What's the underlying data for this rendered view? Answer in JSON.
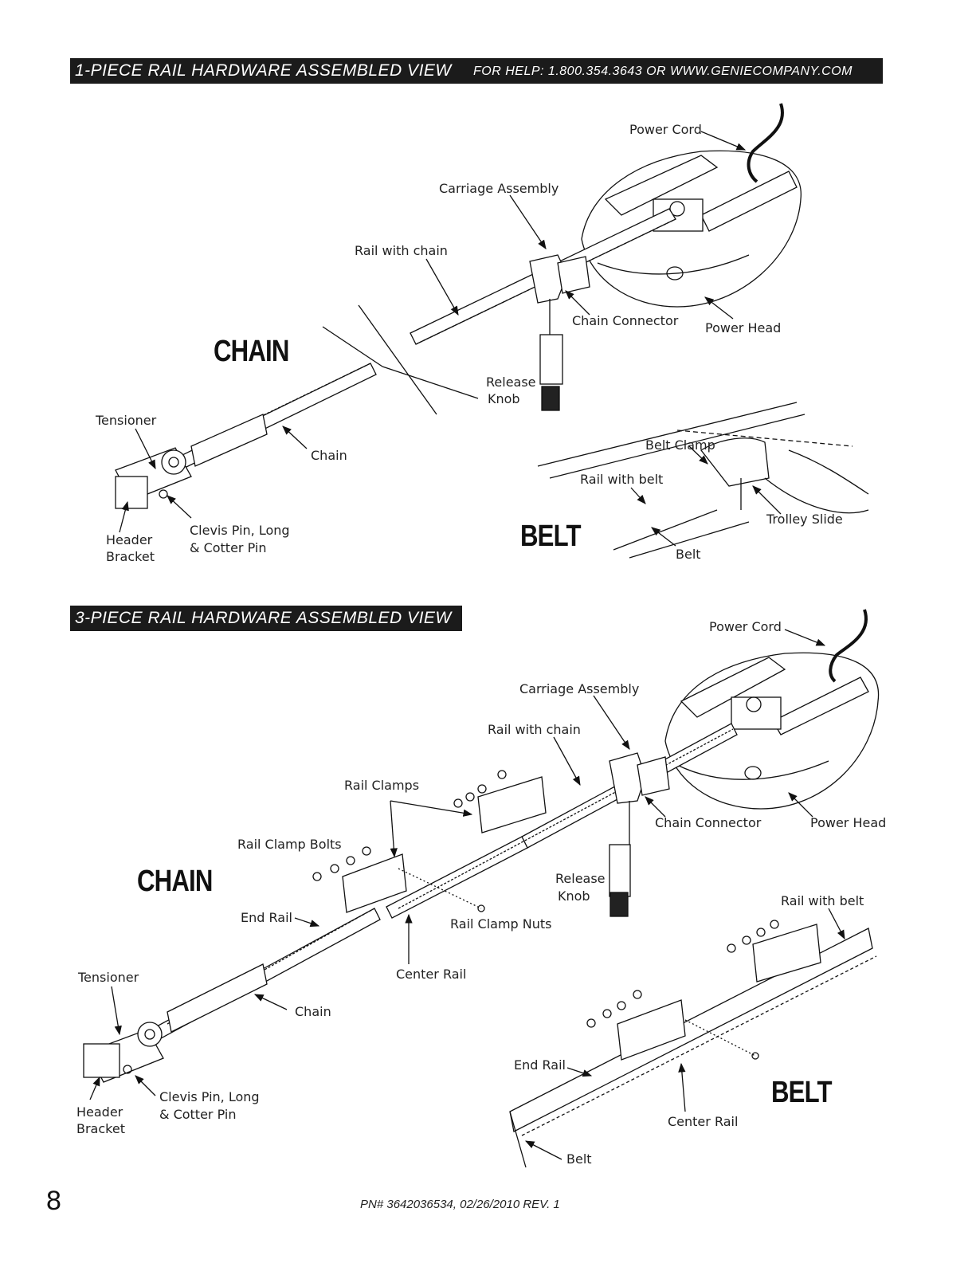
{
  "header": {
    "title_1piece": "1-PIECE RAIL HARDWARE ASSEMBLED VIEW",
    "help": "FOR HELP: 1.800.354.3643 OR WWW.GENIECOMPANY.COM",
    "title_3piece": "3-PIECE RAIL HARDWARE ASSEMBLED VIEW"
  },
  "one_piece": {
    "chain_heading": "CHAIN",
    "belt_heading": "BELT",
    "labels": {
      "power_cord": "Power Cord",
      "carriage_assembly": "Carriage Assembly",
      "rail_with_chain": "Rail with chain",
      "chain_connector": "Chain Connector",
      "power_head": "Power Head",
      "release": "Release",
      "knob": "Knob",
      "tensioner": "Tensioner",
      "chain": "Chain",
      "clevis_1": "Clevis Pin, Long",
      "clevis_2": "& Cotter Pin",
      "header": "Header",
      "bracket": "Bracket",
      "belt_clamp": "Belt Clamp",
      "rail_with_belt": "Rail with belt",
      "trolley_slide": "Trolley Slide",
      "belt": "Belt"
    }
  },
  "three_piece": {
    "chain_heading": "CHAIN",
    "belt_heading": "BELT",
    "labels": {
      "power_cord": "Power Cord",
      "carriage_assembly": "Carriage Assembly",
      "rail_with_chain": "Rail with chain",
      "rail_clamps": "Rail Clamps",
      "rail_clamp_bolts": "Rail Clamp Bolts",
      "chain_connector": "Chain Connector",
      "power_head": "Power Head",
      "release": "Release",
      "knob": "Knob",
      "end_rail": "End Rail",
      "rail_clamp_nuts": "Rail Clamp Nuts",
      "center_rail": "Center Rail",
      "tensioner": "Tensioner",
      "chain": "Chain",
      "clevis_1": "Clevis Pin, Long",
      "clevis_2": "& Cotter Pin",
      "header": "Header",
      "bracket": "Bracket",
      "rail_with_belt": "Rail with belt",
      "end_rail_belt": "End Rail",
      "center_rail_belt": "Center Rail",
      "belt": "Belt"
    }
  },
  "footer": {
    "page_number": "8",
    "part_number": "PN# 3642036534, 02/26/2010  REV. 1"
  }
}
